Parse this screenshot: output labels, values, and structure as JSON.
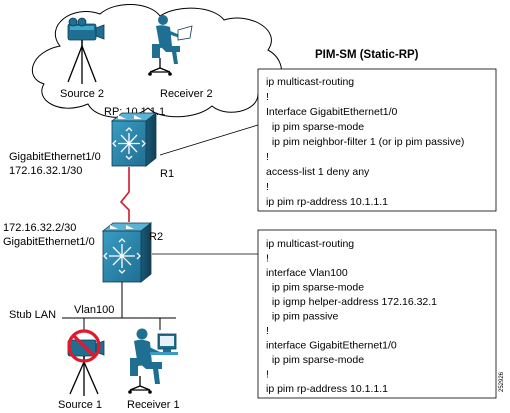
{
  "diagram": {
    "title": "PIM-SM (Static-RP)",
    "figure_id": "252926",
    "cloud": {
      "source_label": "Source 2",
      "receiver_label": "Receiver 2"
    },
    "router1": {
      "rp_label": "RP: 10.1.1.1",
      "name": "R1",
      "interface_name": "GigabitEthernet1/0",
      "interface_ip": "172.16.32.1/30"
    },
    "router2": {
      "name": "R2",
      "interface_ip": "172.16.32.2/30",
      "interface_name": "GigabitEthernet1/0"
    },
    "lan": {
      "stub_label": "Stub LAN",
      "vlan_label": "Vlan100",
      "source_label": "Source 1",
      "receiver_label": "Receiver 1"
    },
    "config_r1": [
      "ip multicast-routing",
      "!",
      "Interface GigabitEthernet1/0",
      "  ip pim sparse-mode",
      "  ip pim neighbor-filter 1 (or ip pim passive)",
      "!",
      "access-list 1 deny any",
      "!",
      "ip pim rp-address 10.1.1.1"
    ],
    "config_r2": [
      "ip multicast-routing",
      "!",
      "interface Vlan100",
      "  ip pim sparse-mode",
      "  ip igmp helper-address 172.16.32.1",
      "  ip pim passive",
      "!",
      "interface GigabitEthernet1/0",
      "  ip pim sparse-mode",
      "!",
      "ip pim rp-address 10.1.1.1"
    ],
    "colors": {
      "router_fill": "#2b86aa",
      "router_dark": "#1c5f7d",
      "link_red": "#d1182b",
      "prohibit_red": "#e0192d"
    }
  }
}
